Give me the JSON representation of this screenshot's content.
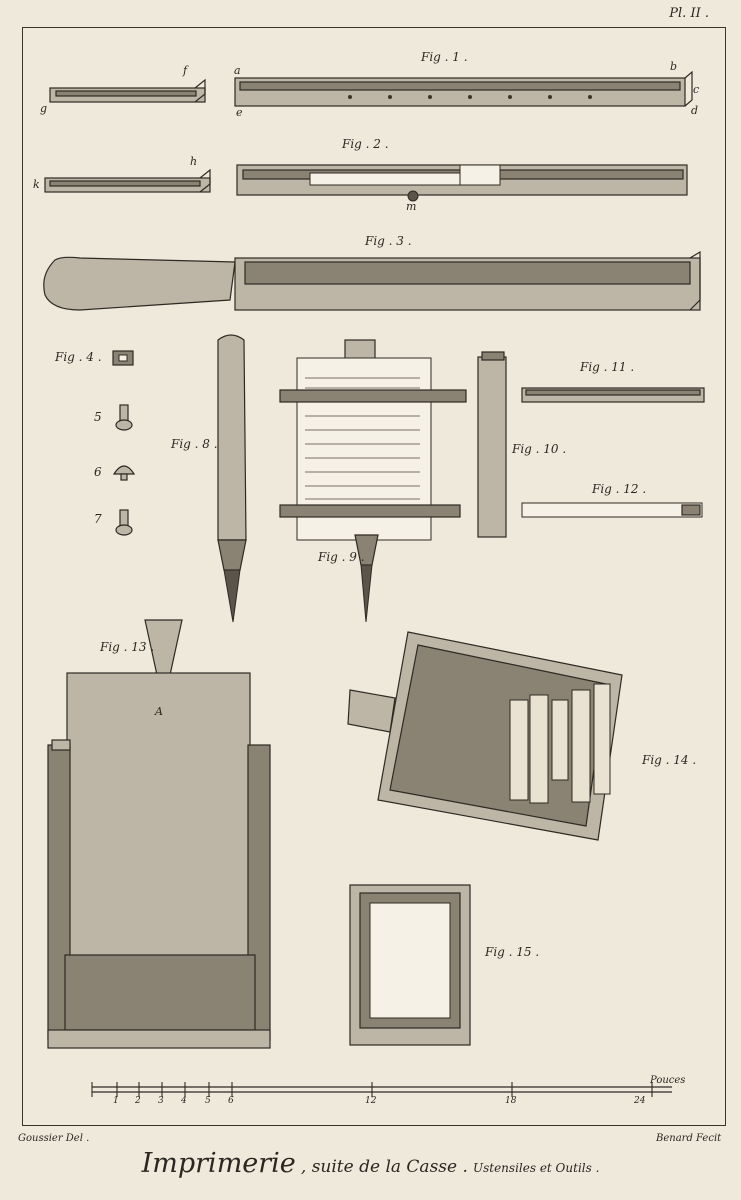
{
  "plate_id": "Pl. II .",
  "figures": {
    "fig1": "Fig . 1 .",
    "fig2": "Fig . 2 .",
    "fig3": "Fig . 3 .",
    "fig4": "Fig . 4 .",
    "fig5": "5",
    "fig6": "6",
    "fig7": "7",
    "fig8": "Fig . 8 .",
    "fig9": "Fig . 9 .",
    "fig10": "Fig . 10 .",
    "fig11": "Fig . 11 .",
    "fig12": "Fig . 12 .",
    "fig13": "Fig . 13 .",
    "fig14": "Fig . 14 .",
    "fig15": "Fig . 15 ."
  },
  "letters": {
    "a": "a",
    "b": "b",
    "c": "c",
    "d": "d",
    "e": "e",
    "f": "f",
    "g": "g",
    "h": "h",
    "k": "k",
    "m": "m",
    "A": "A"
  },
  "scale": {
    "unit_label": "Pouces",
    "ticks": [
      "1",
      "2",
      "3",
      "4",
      "5",
      "6",
      "12",
      "18",
      "24"
    ]
  },
  "credits": {
    "draftsman": "Goussier Del .",
    "engraver": "Benard Fecit"
  },
  "title": {
    "main": "Imprimerie",
    "suite": ", suite de la Casse .",
    "sub": "Ustensiles et Outils ."
  }
}
